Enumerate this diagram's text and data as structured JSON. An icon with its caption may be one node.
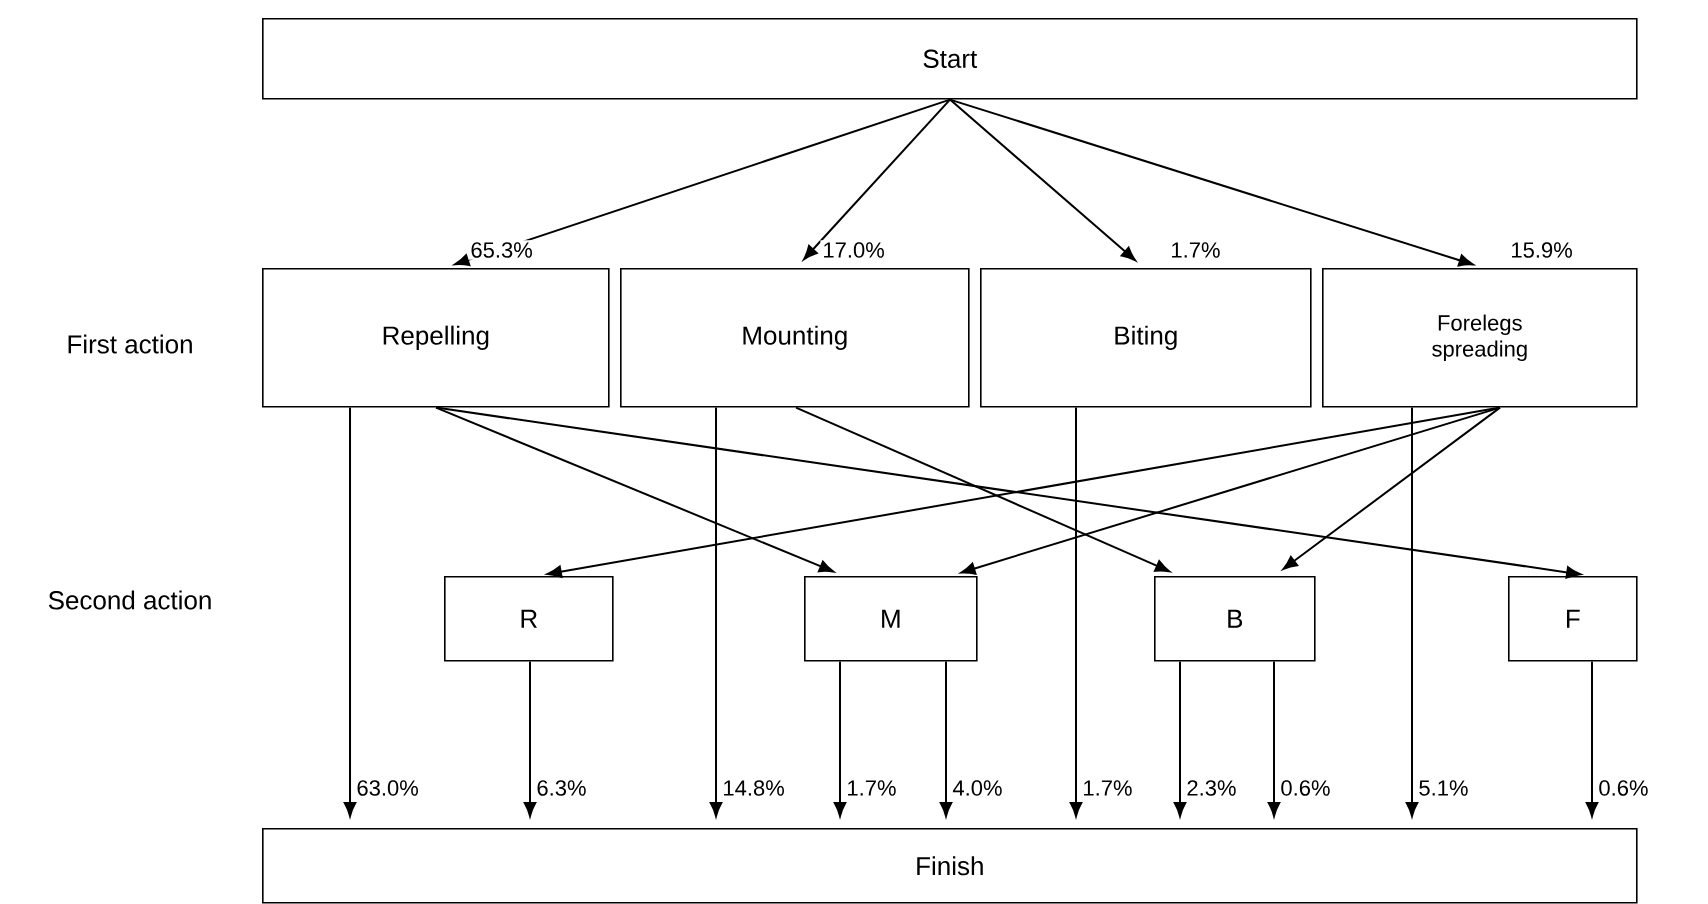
{
  "diagram": {
    "nodes": [
      {
        "text": [
          "Start"
        ]
      },
      {
        "text": [
          "Repelling"
        ]
      },
      {
        "text": [
          "Mounting"
        ]
      },
      {
        "text": [
          "Biting"
        ]
      },
      {
        "text": [
          "Forelegs spreading"
        ]
      },
      {
        "text": [
          "R"
        ]
      },
      {
        "text": [
          "M"
        ]
      },
      {
        "text": [
          "B"
        ]
      },
      {
        "text": [
          "F"
        ]
      },
      {
        "text": [
          "Finish"
        ]
      }
    ],
    "edges": [
      {
        "from": 0,
        "to": 1,
        "arrow": "to",
        "label": "65.3%"
      },
      {
        "from": 0,
        "to": 2,
        "arrow": "to",
        "label": "17.0%"
      },
      {
        "from": 0,
        "to": 3,
        "arrow": "to",
        "label": "1.7%"
      },
      {
        "from": 0,
        "to": 4,
        "arrow": "to",
        "label": "15.9%"
      },
      {
        "from": 1,
        "to": 9,
        "arrow": "to",
        "label": "63.0%"
      },
      {
        "from": 1,
        "to": 6,
        "arrow": "to"
      },
      {
        "from": 1,
        "to": 8,
        "arrow": "to"
      },
      {
        "from": 2,
        "to": 9,
        "arrow": "to",
        "label": "14.8%"
      },
      {
        "from": 2,
        "to": 7,
        "arrow": "to"
      },
      {
        "from": 3,
        "to": 9,
        "arrow": "to",
        "label": "1.7%"
      },
      {
        "from": 4,
        "to": 5,
        "arrow": "to"
      },
      {
        "from": 4,
        "to": 6,
        "arrow": "to"
      },
      {
        "from": 4,
        "to": 7,
        "arrow": "to"
      },
      {
        "from": 4,
        "to": 9,
        "arrow": "to",
        "label": "5.1%"
      },
      {
        "from": 5,
        "to": 9,
        "arrow": "to",
        "label": "6.3%"
      },
      {
        "from": 6,
        "to": 9,
        "arrow": "to",
        "label": "1.7%"
      },
      {
        "from": 6,
        "to": 9,
        "arrow": "to",
        "label": "4.0%"
      },
      {
        "from": 7,
        "to": 9,
        "arrow": "to",
        "label": "2.3%"
      },
      {
        "from": 7,
        "to": 9,
        "arrow": "to",
        "label": "0.6%"
      },
      {
        "from": 8,
        "to": 9,
        "arrow": "to",
        "label": "0.6%"
      }
    ],
    "labels": [
      "First action",
      "Second action"
    ]
  }
}
